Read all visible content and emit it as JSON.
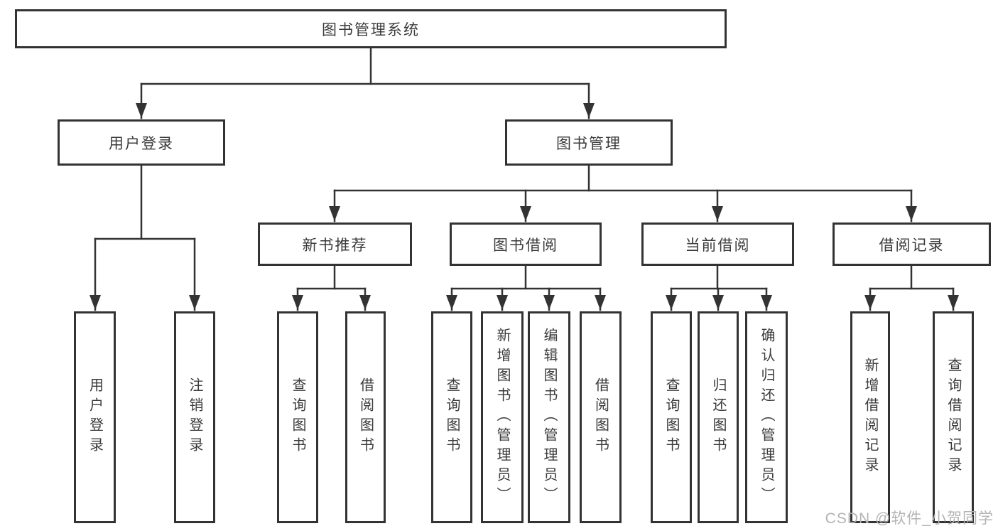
{
  "tree": {
    "root": "图书管理系统",
    "branches": [
      {
        "label": "用户登录",
        "children": [
          "用户登录",
          "注销登录"
        ]
      },
      {
        "label": "图书管理",
        "children": [
          {
            "label": "新书推荐",
            "children": [
              "查询图书",
              "借阅图书"
            ]
          },
          {
            "label": "图书借阅",
            "children": [
              "查询图书",
              "新增图书（管理员）",
              "编辑图书（管理员）",
              "借阅图书"
            ]
          },
          {
            "label": "当前借阅",
            "children": [
              "查询图书",
              "归还图书",
              "确认归还（管理员）"
            ]
          },
          {
            "label": "借阅记录",
            "children": [
              "新增借阅记录",
              "查询借阅记录"
            ]
          }
        ]
      }
    ]
  },
  "watermark": "CSDN @软件_小贺同学",
  "colors": {
    "line": "#333333",
    "text": "#3b3b3b",
    "watermark": "#b3b3b3",
    "background": "#ffffff"
  }
}
